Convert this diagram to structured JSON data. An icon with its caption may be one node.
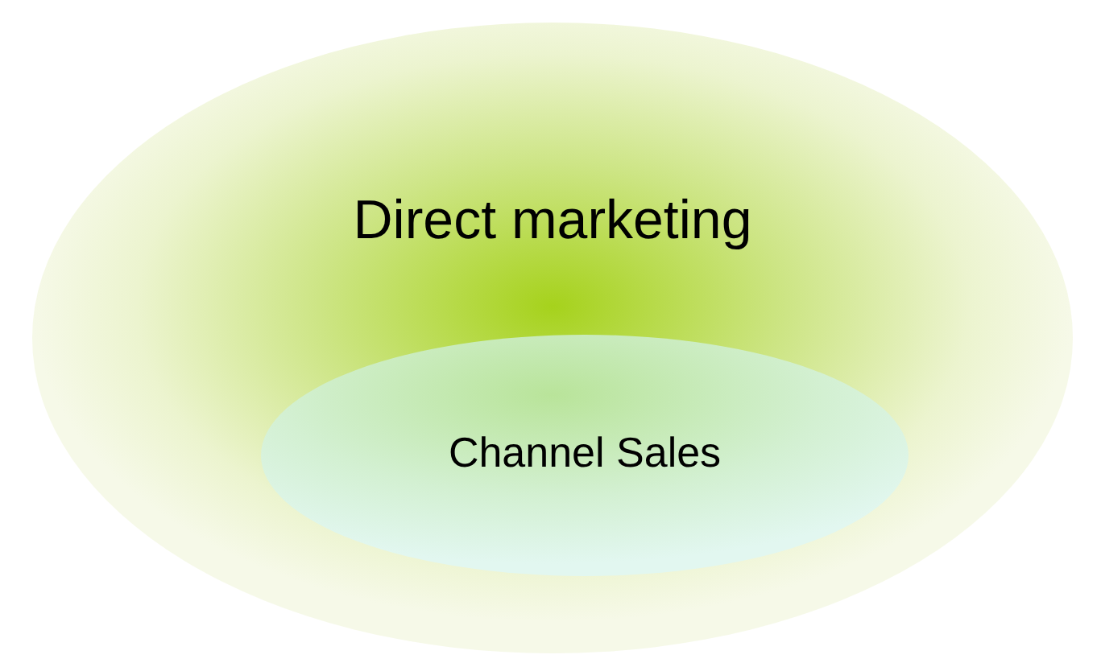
{
  "diagram": {
    "nodes": [
      {
        "text": [
          "Direct marketing"
        ]
      },
      {
        "text": [
          "Channel Sales"
        ],
        "in": 0
      }
    ]
  }
}
